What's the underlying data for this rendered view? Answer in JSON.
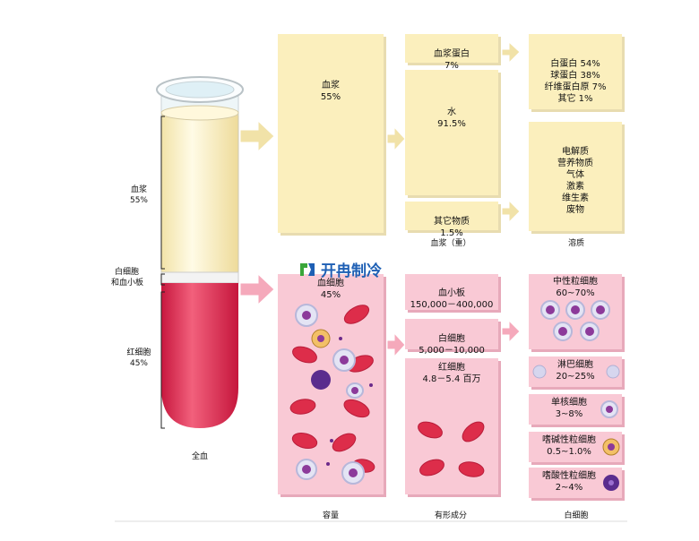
{
  "tube": {
    "plasma_label": "血浆\n55%",
    "wbc_label_1": "白细胞",
    "wbc_label_2": "和血小板",
    "rbc_label": "红细胞\n45%",
    "caption": "全血"
  },
  "plasma": {
    "main_box": "血浆\n55%",
    "protein_box": "血浆蛋白\n7%",
    "water_box": "水\n91.5%",
    "other_box": "其它物质\n1.5%",
    "column_caption": "血浆（重）",
    "protein_breakdown": "白蛋白 54%\n球蛋白 38%\n纤维蛋白原 7%\n其它 1%",
    "solutes": "电解质\n营养物质\n气体\n激素\n维生素\n废物",
    "solutes_caption": "溶质"
  },
  "cells": {
    "main_box": "血细胞\n45%",
    "main_caption": "容量",
    "platelets_box": "血小板\n150,000－400,000",
    "wbc_box": "白细胞\n5,000－10,000",
    "rbc_box": "红细胞\n4.8－5.4 百万",
    "formed_caption": "有形成分",
    "neutrophil": "中性粒细胞\n60~70%",
    "lymphocyte": "淋巴细胞\n20~25%",
    "monocyte": "单核细胞\n3~8%",
    "basophil": "嗜碱性粒细胞\n0.5~1.0%",
    "eosinophil": "嗜酸性粒细胞\n2~4%",
    "wbc_caption": "白细胞"
  },
  "logo": {
    "text": "开冉制冷"
  },
  "colors": {
    "plasma_fill": "#fbefbd",
    "cell_fill": "#f9c9d5",
    "rbc": "#dd2d4a",
    "tube_red": "#e03a5c"
  }
}
